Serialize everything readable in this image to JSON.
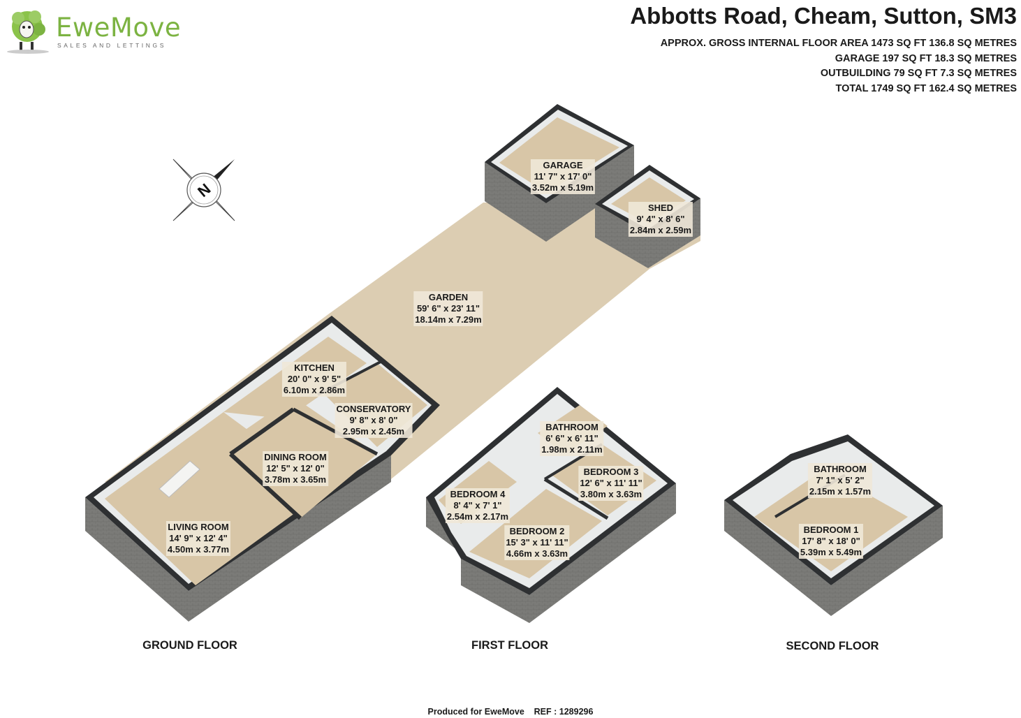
{
  "brand": {
    "name": "EweMove",
    "tagline": "SALES AND LETTINGS",
    "color": "#7cb342"
  },
  "title": "Abbotts Road, Cheam, Sutton, SM3",
  "areas": [
    "APPROX. GROSS INTERNAL FLOOR AREA 1473 SQ FT 136.8 SQ METRES",
    "GARAGE 197 SQ FT 18.3 SQ METRES",
    "OUTBUILDING 79 SQ FT 7.3 SQ METRES",
    "TOTAL 1749 SQ FT 162.4 SQ METRES"
  ],
  "compass": {
    "letter": "N",
    "icon": "compass-icon"
  },
  "rooms": [
    {
      "key": "garage",
      "name": "GARAGE",
      "imperial": "11' 7\" x 17' 0\"",
      "metric": "3.52m x 5.19m"
    },
    {
      "key": "shed",
      "name": "SHED",
      "imperial": "9' 4\" x 8' 6\"",
      "metric": "2.84m x 2.59m"
    },
    {
      "key": "garden",
      "name": "GARDEN",
      "imperial": "59' 6\" x 23' 11\"",
      "metric": "18.14m x 7.29m"
    },
    {
      "key": "kitchen",
      "name": "KITCHEN",
      "imperial": "20' 0\" x 9' 5\"",
      "metric": "6.10m x 2.86m"
    },
    {
      "key": "conservatory",
      "name": "CONSERVATORY",
      "imperial": "9' 8\" x 8' 0\"",
      "metric": "2.95m x 2.45m"
    },
    {
      "key": "dining",
      "name": "DINING ROOM",
      "imperial": "12' 5\" x 12' 0\"",
      "metric": "3.78m x 3.65m"
    },
    {
      "key": "living",
      "name": "LIVING ROOM",
      "imperial": "14' 9\" x 12' 4\"",
      "metric": "4.50m x 3.77m"
    },
    {
      "key": "bathroom1",
      "name": "BATHROOM",
      "imperial": "6' 6\" x 6' 11\"",
      "metric": "1.98m x 2.11m"
    },
    {
      "key": "bedroom3",
      "name": "BEDROOM 3",
      "imperial": "12' 6\" x 11' 11\"",
      "metric": "3.80m x 3.63m"
    },
    {
      "key": "bedroom4",
      "name": "BEDROOM 4",
      "imperial": "8' 4\" x 7' 1\"",
      "metric": "2.54m x 2.17m"
    },
    {
      "key": "bedroom2",
      "name": "BEDROOM 2",
      "imperial": "15' 3\" x 11' 11\"",
      "metric": "4.66m x 3.63m"
    },
    {
      "key": "bathroom2",
      "name": "BATHROOM",
      "imperial": "7' 1\" x 5' 2\"",
      "metric": "2.15m x 1.57m"
    },
    {
      "key": "bedroom1",
      "name": "BEDROOM 1",
      "imperial": "17' 8\" x 18' 0\"",
      "metric": "5.39m x 5.49m"
    }
  ],
  "floors": [
    "GROUND FLOOR",
    "FIRST FLOOR",
    "SECOND FLOOR"
  ],
  "footer": "Produced for EweMove    REF : 1289296",
  "colors": {
    "floor": "#d9c7a8",
    "wall_side": "#7d7d7a",
    "wall_top": "#2f3133",
    "room_wall": "#e8eaea"
  }
}
